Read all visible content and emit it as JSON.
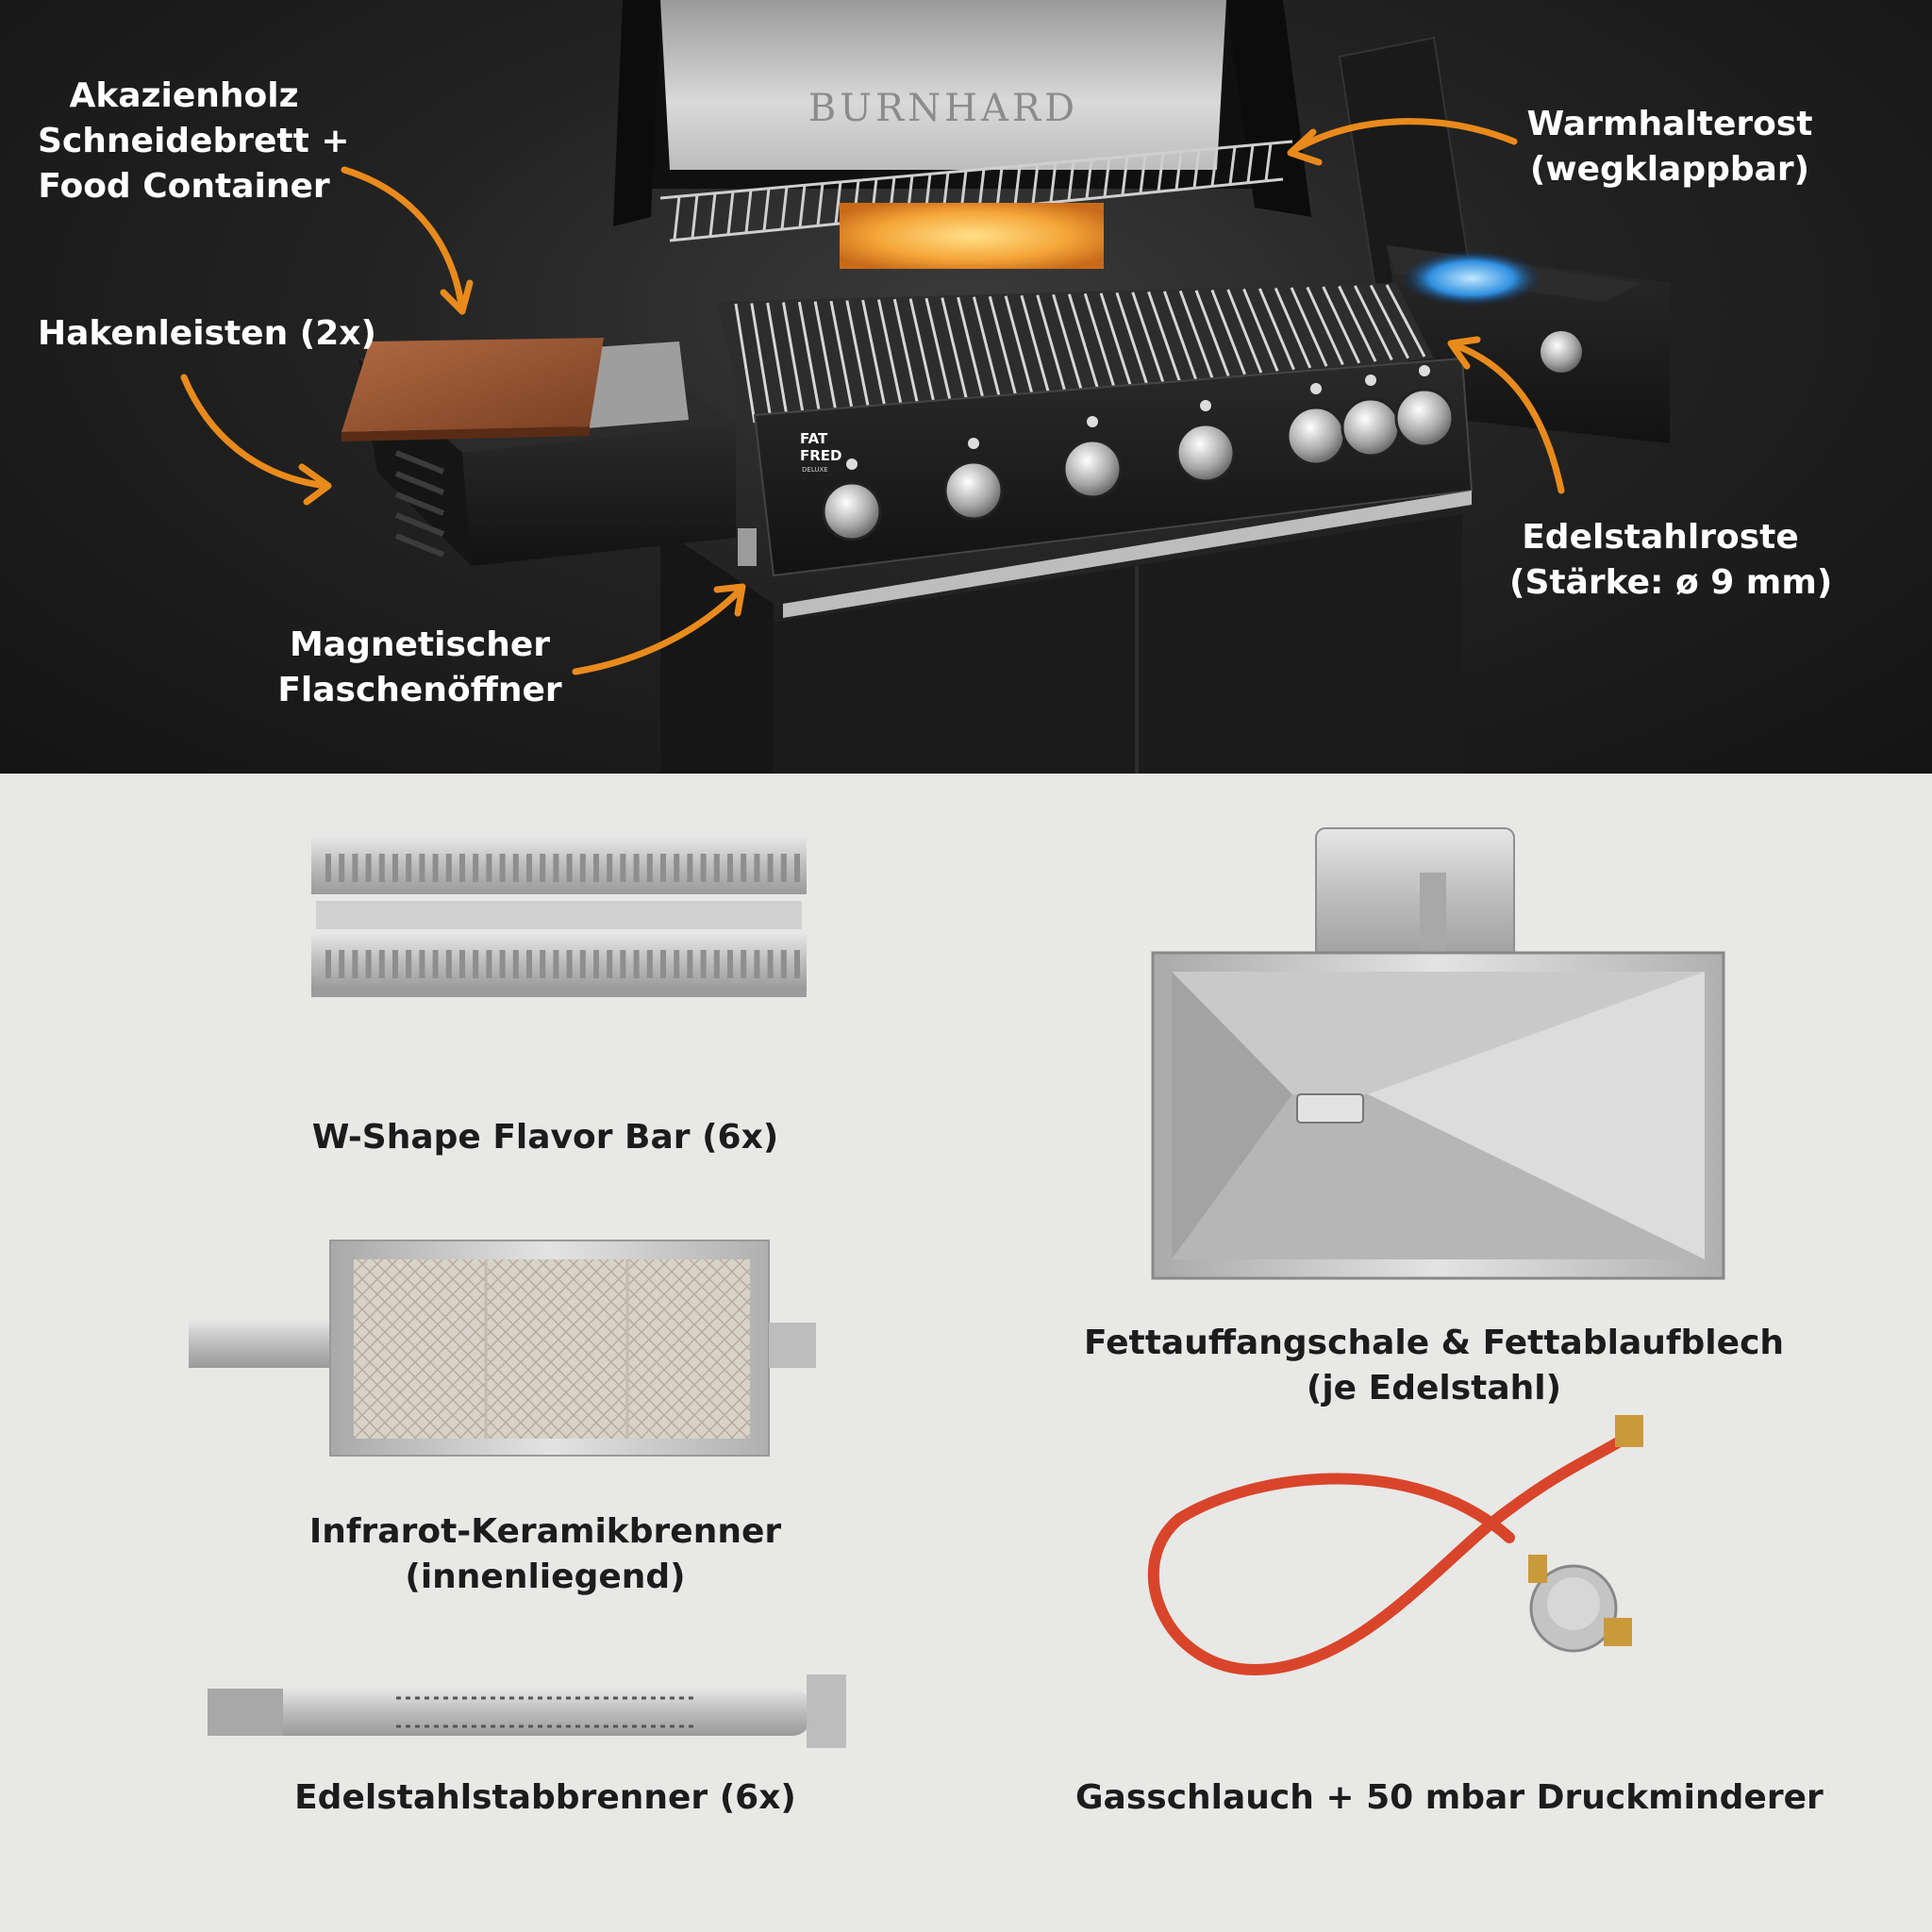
{
  "colors": {
    "accent_orange": "#e98a1c",
    "top_background": "#1d1d1d",
    "bottom_background": "#e8e8e6",
    "caption_text": "#1c1c1c",
    "callout_text": "#ffffff",
    "hose_red": "#d9452b",
    "steel": "#c8c8c8"
  },
  "grill": {
    "brand_lid": "BURNHARD",
    "badge_line1": "FAT",
    "badge_line2": "FRED",
    "badge_line3": "DELUXE"
  },
  "callouts": {
    "cutting_board": {
      "line1": "Akazienholz",
      "line2": "Schneidebrett +",
      "line3": "Food Container"
    },
    "hook_bars": {
      "line1": "Hakenleisten (2x)"
    },
    "bottle_opener": {
      "line1": "Magnetischer",
      "line2": "Flaschenöffner"
    },
    "warming_rack": {
      "line1": "Warmhalterost",
      "line2": "(wegklappbar)"
    },
    "grates": {
      "line1": "Edelstahlroste",
      "line2": "(Stärke: ø 9 mm)"
    }
  },
  "parts": {
    "flavor_bar": {
      "line1": "W-Shape Flavor Bar (6x)"
    },
    "infrared_burner": {
      "line1": "Infrarot-Keramikbrenner",
      "line2": "(innenliegend)"
    },
    "tube_burner": {
      "line1": "Edelstahlstabbrenner (6x)"
    },
    "grease_tray": {
      "line1": "Fettauffangschale & Fettablaufblech",
      "line2": "(je Edelstahl)"
    },
    "gas_hose": {
      "line1": "Gasschlauch + 50 mbar Druckminderer"
    }
  }
}
